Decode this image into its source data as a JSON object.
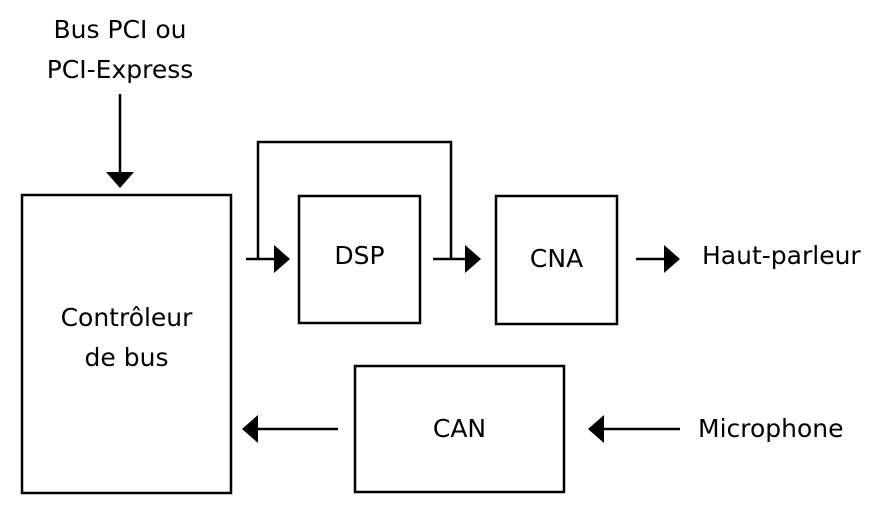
{
  "diagram": {
    "bus_input": {
      "line1": "Bus PCI ou",
      "line2": "PCI-Express"
    },
    "controller": {
      "line1": "Contrôleur",
      "line2": "de bus"
    },
    "dsp": "DSP",
    "dac": "CNA",
    "adc": "CAN",
    "speaker": "Haut-parleur",
    "microphone": "Microphone"
  },
  "colors": {
    "stroke": "#000000",
    "background": "#ffffff"
  }
}
